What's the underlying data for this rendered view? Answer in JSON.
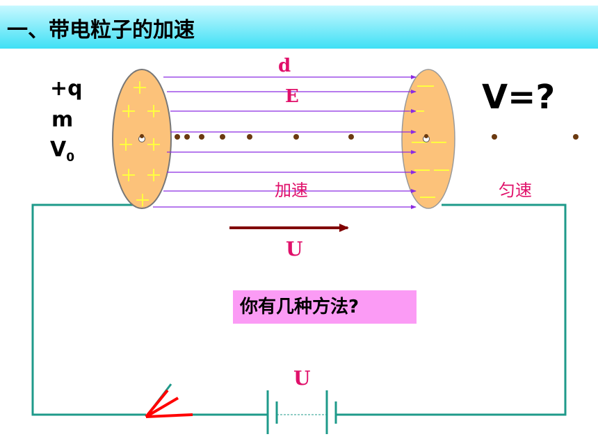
{
  "title": "一、带电粒子的加速",
  "particle": {
    "charge": "+q",
    "mass": "m",
    "v0_base": "V",
    "v0_sub": "0"
  },
  "question_v": "V=?",
  "field": {
    "distance": "d",
    "field_label": "E",
    "accel_label": "加速",
    "uniform_label": "匀速"
  },
  "voltage_label_mid": "U",
  "voltage_label_battery": "U",
  "question_box": "你有几种方法?",
  "colors": {
    "title_bg_top": "#c8f8ff",
    "title_bg_bottom": "#3fe0f5",
    "plate_fill": "#fcc27a",
    "plus_sign": "#ffff40",
    "field_line": "#8a2be2",
    "label_red": "#e0106a",
    "arrow_dark_red": "#800000",
    "circuit": "#1e9a8a",
    "switch_red": "#ff0000",
    "question_bg": "#fb9bf5",
    "particle": "#6b3a10"
  }
}
